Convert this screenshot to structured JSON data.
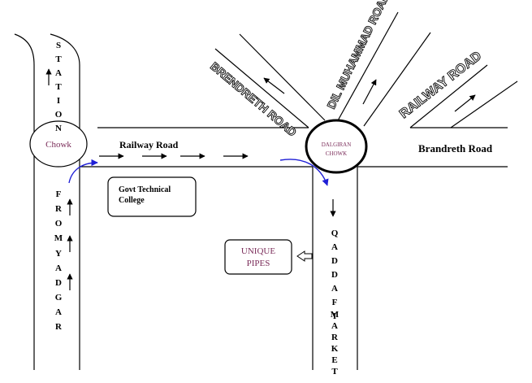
{
  "places": {
    "chowk": "Chowk",
    "dalgiran_line1": "DALGIRAN",
    "dalgiran_line2": "CHOWK",
    "govt_line1": "Govt Technical",
    "govt_line2": "College",
    "unique_line1": "UNIQUE",
    "unique_line2": "PIPES"
  },
  "roads": {
    "railway_road": "Railway Road",
    "brandreth_road": "Brandreth Road",
    "brendreth_road_diag": "BRENDRETH ROAD",
    "dil_muhammad_road": "DIL MUHAMMAD ROAD",
    "railway_road_diag": "RAILWAY ROAD",
    "station": [
      "S",
      "T",
      "A",
      "T",
      "I",
      "O",
      "N"
    ],
    "from_yadgar": [
      "F",
      "R",
      "O",
      "M",
      "Y",
      "A",
      "D",
      "G",
      "A",
      "R"
    ],
    "qaddafi_market": [
      "Q",
      "A",
      "D",
      "D",
      "A",
      "F",
      "I",
      "M",
      "A",
      "R",
      "K",
      "E",
      "T"
    ]
  },
  "colors": {
    "place_text": "#7b2d5a",
    "route_arrow": "#1f1fd6",
    "road": "#000000"
  }
}
